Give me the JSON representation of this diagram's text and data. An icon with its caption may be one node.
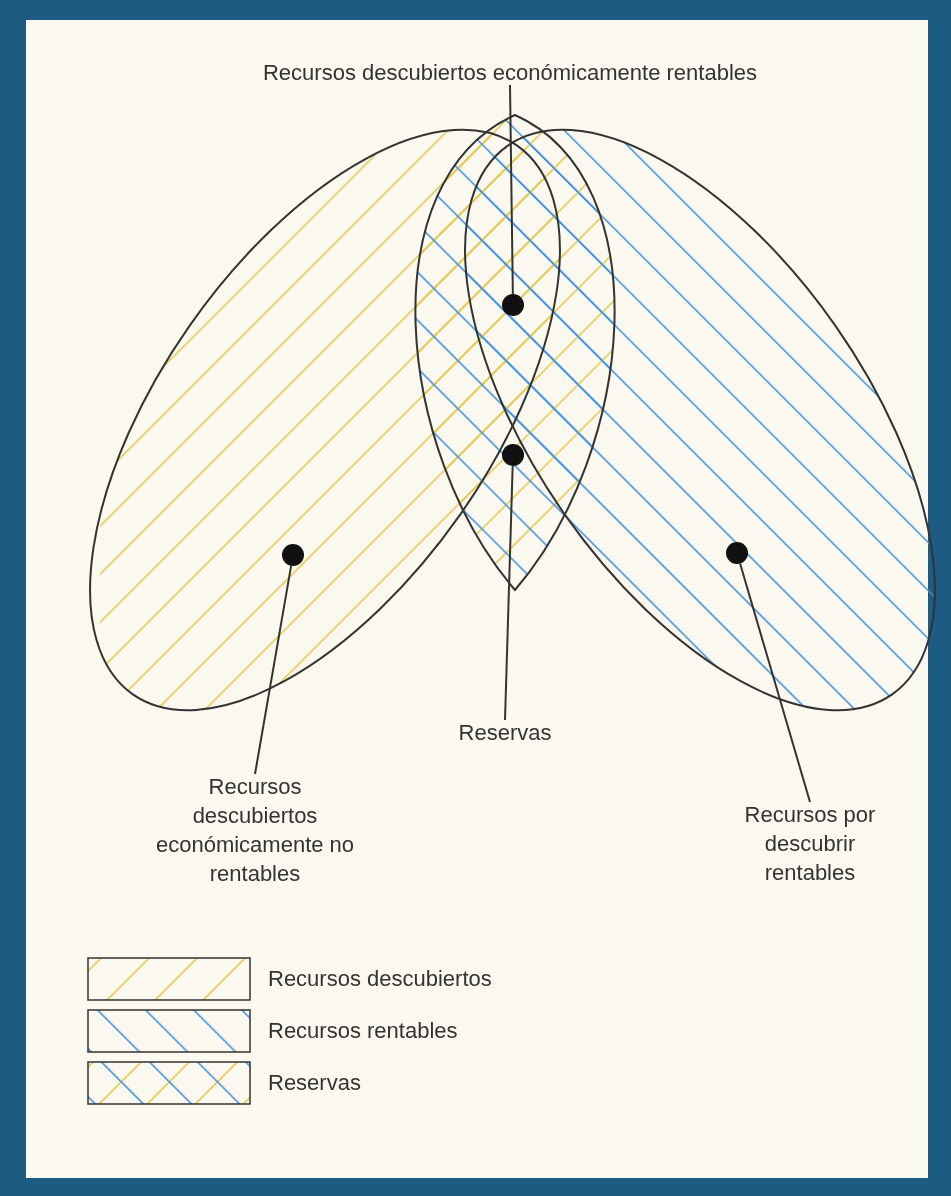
{
  "diagram": {
    "nodes": [
      {
        "text": [
          "Recursos descubiertos económicamente rentables"
        ]
      },
      {
        "text": [],
        "shape": "circle"
      },
      {
        "text": [],
        "shape": "circle"
      },
      {
        "text": [
          "Reservas"
        ]
      },
      {
        "text": [],
        "shape": "circle"
      },
      {
        "text": [
          "Recursos descubiertos económicamente no rentables"
        ]
      },
      {
        "text": [],
        "shape": "circle"
      },
      {
        "text": [
          "Recursos por descubrir rentables"
        ]
      }
    ],
    "edges": [
      {
        "from": 0,
        "to": 1,
        "arrow": "none"
      },
      {
        "from": 3,
        "to": 2,
        "arrow": "none"
      },
      {
        "from": 5,
        "to": 4,
        "arrow": "none"
      },
      {
        "from": 7,
        "to": 6,
        "arrow": "none"
      }
    ],
    "legend": [
      {
        "text": "Recursos descubiertos"
      },
      {
        "text": "Recursos rentables"
      },
      {
        "text": "Reservas"
      }
    ]
  }
}
